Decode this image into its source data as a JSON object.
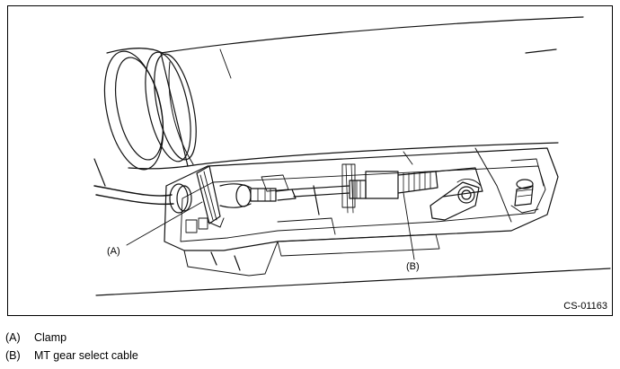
{
  "figure": {
    "callouts": [
      {
        "key": "(A)"
      },
      {
        "key": "(B)"
      }
    ],
    "figure_id": "CS-01163"
  },
  "legend": [
    {
      "key": "(A)",
      "label": "Clamp"
    },
    {
      "key": "(B)",
      "label": "MT gear select cable"
    }
  ]
}
